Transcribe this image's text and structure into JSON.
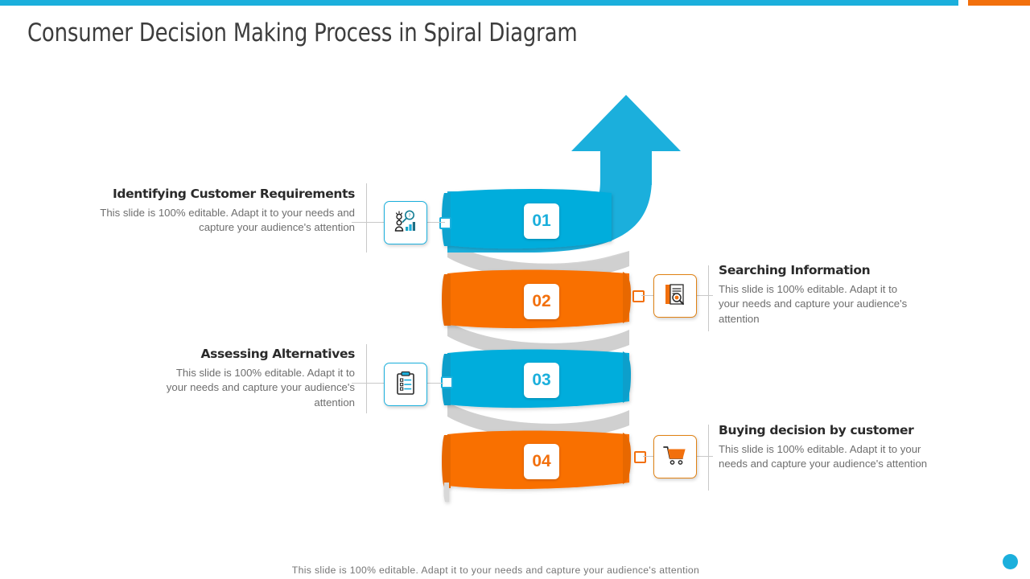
{
  "slide": {
    "title": "Consumer Decision Making Process in Spiral Diagram",
    "footer_note": "This slide is 100% editable. Adapt it to your needs and capture your audience's attention"
  },
  "theme": {
    "blue": "#1BAFDC",
    "orange": "#F2700D",
    "grey_ribbon": "#D4D4D4",
    "heading_color": "#2A2A2A",
    "body_color": "#6E6E6E"
  },
  "steps": [
    {
      "number": "01",
      "heading": "Identifying Customer Requirements",
      "body": "This slide is 100% editable. Adapt it to your needs and capture your audience's attention",
      "color": "#1BAFDC",
      "icon": "person-magnifier-chart-icon",
      "side": "left"
    },
    {
      "number": "02",
      "heading": "Searching Information",
      "body": "This slide is 100% editable. Adapt it to your needs and capture your audience's attention",
      "color": "#F2700D",
      "icon": "document-magnifier-icon",
      "side": "right"
    },
    {
      "number": "03",
      "heading": "Assessing Alternatives",
      "body": "This slide is 100% editable. Adapt it to your needs and capture your audience's attention",
      "color": "#1BAFDC",
      "icon": "clipboard-checklist-icon",
      "side": "left"
    },
    {
      "number": "04",
      "heading": "Buying decision by customer",
      "body": "This slide is 100% editable. Adapt it to your needs and capture your audience's attention",
      "color": "#F2700D",
      "icon": "shopping-cart-icon",
      "side": "right"
    }
  ],
  "decorations": {
    "arrow": "up-arrow-growth-icon",
    "corner_dot": "blue-dot"
  },
  "chart_data": {
    "type": "diagram",
    "title": "Consumer Decision Making Process in Spiral Diagram",
    "shape": "ascending spiral ribbon with 4 stacked bands",
    "categories": [
      "01",
      "02",
      "03",
      "04"
    ],
    "labels": [
      "Identifying Customer Requirements",
      "Searching Information",
      "Assessing Alternatives",
      "Buying decision by customer"
    ],
    "colors": [
      "#1BAFDC",
      "#F2700D",
      "#1BAFDC",
      "#F2700D"
    ],
    "direction": "bottom-to-top growth indicated by upward arrow"
  }
}
